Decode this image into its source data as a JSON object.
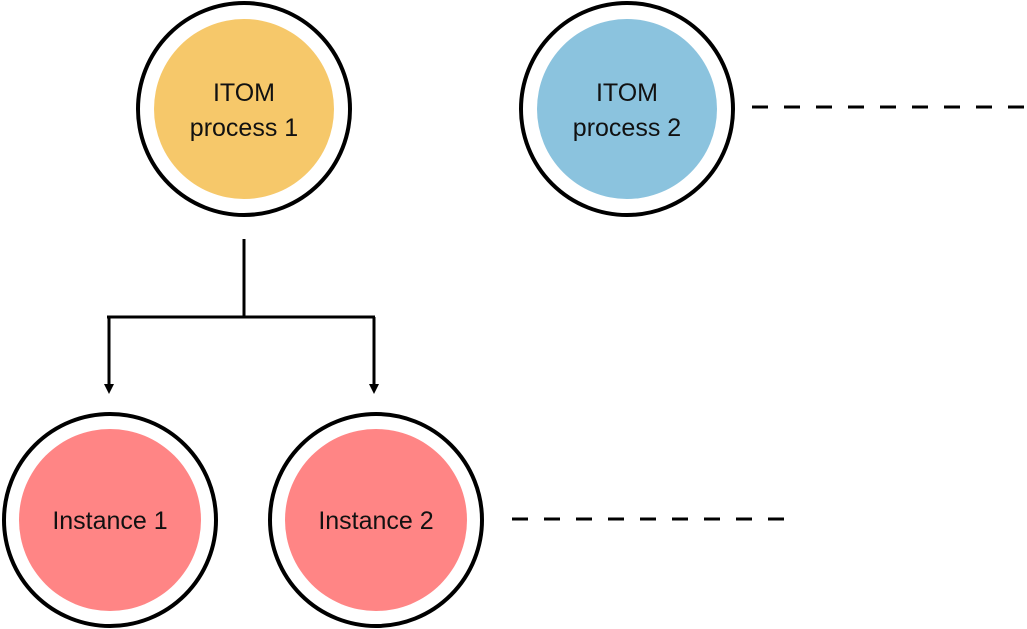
{
  "nodes": {
    "process_1": {
      "line1": "ITOM",
      "line2": "process 1"
    },
    "process_2": {
      "line1": "ITOM",
      "line2": "process 2"
    },
    "instance_1": {
      "label": "Instance 1"
    },
    "instance_2": {
      "label": "Instance 2"
    }
  },
  "colors": {
    "process_1_fill": "#F6C86A",
    "process_2_fill": "#8BC3DE",
    "instance_fill": "#FF8585",
    "stroke": "#000000"
  }
}
